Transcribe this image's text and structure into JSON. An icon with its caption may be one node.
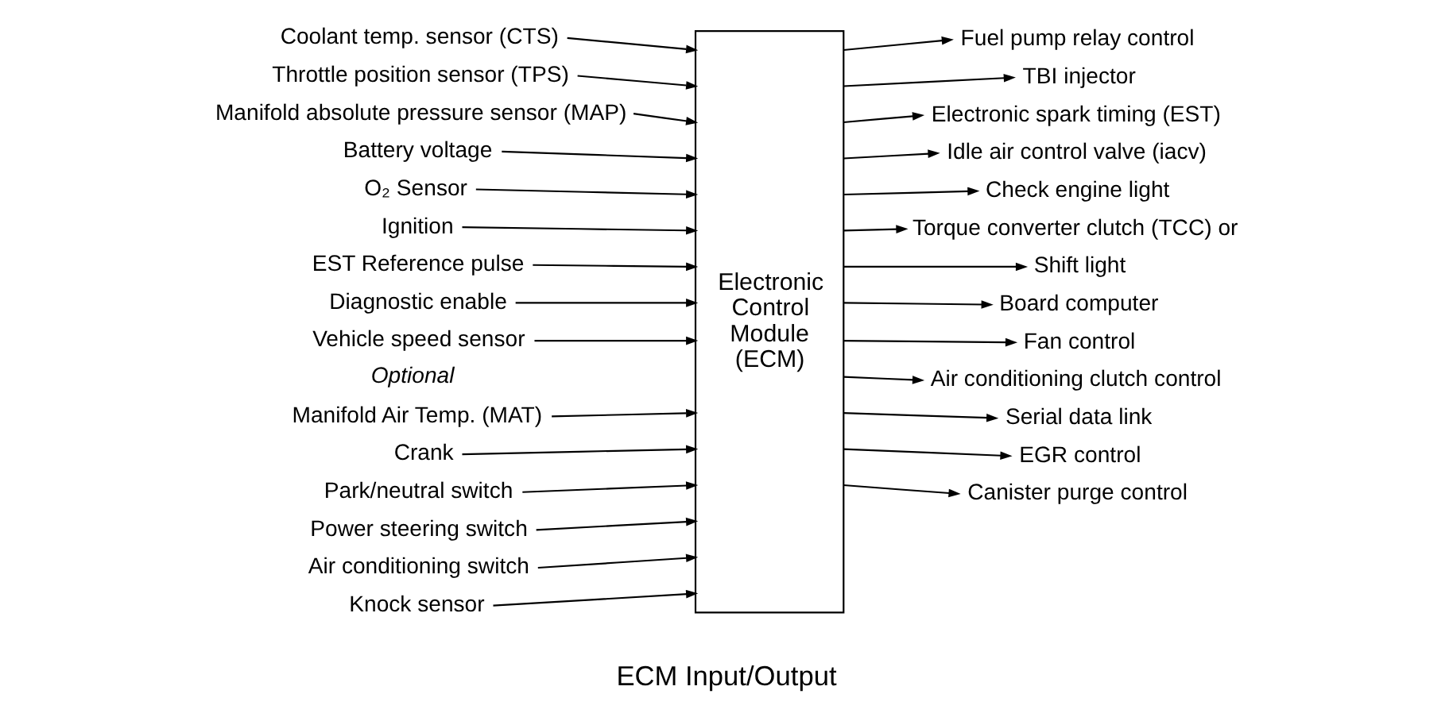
{
  "diagram": {
    "caption": "ECM Input/Output",
    "nodes": [
      {
        "text": [
          "Coolant temp. sensor (CTS)"
        ]
      },
      {
        "text": [
          "Throttle position sensor (TPS)"
        ]
      },
      {
        "text": [
          "Manifold absolute pressure sensor (MAP)"
        ]
      },
      {
        "text": [
          "Battery voltage"
        ]
      },
      {
        "text": [
          "O₂ Sensor"
        ]
      },
      {
        "text": [
          "Ignition"
        ]
      },
      {
        "text": [
          "EST Reference pulse"
        ]
      },
      {
        "text": [
          "Diagnostic enable"
        ]
      },
      {
        "text": [
          "Vehicle speed sensor"
        ]
      },
      {
        "text": [
          "Manifold Air Temp. (MAT)"
        ]
      },
      {
        "text": [
          "Crank"
        ]
      },
      {
        "text": [
          "Park/neutral switch"
        ]
      },
      {
        "text": [
          "Power steering switch"
        ]
      },
      {
        "text": [
          "Air conditioning switch"
        ]
      },
      {
        "text": [
          "Knock sensor"
        ]
      },
      {
        "text": [
          "Electronic Control Module (ECM)"
        ]
      },
      {
        "text": [
          "Fuel pump relay control"
        ]
      },
      {
        "text": [
          "TBI injector"
        ]
      },
      {
        "text": [
          "Electronic spark timing (EST)"
        ]
      },
      {
        "text": [
          "Idle air control valve (iacv)"
        ]
      },
      {
        "text": [
          "Check engine light"
        ]
      },
      {
        "text": [
          "Torque converter clutch (TCC) or"
        ]
      },
      {
        "text": [
          "Shift light"
        ]
      },
      {
        "text": [
          "Board computer"
        ]
      },
      {
        "text": [
          "Fan control"
        ]
      },
      {
        "text": [
          "Air conditioning clutch control"
        ]
      },
      {
        "text": [
          "Serial data link"
        ]
      },
      {
        "text": [
          "EGR control"
        ]
      },
      {
        "text": [
          "Canister purge control"
        ]
      }
    ],
    "edges": [
      {
        "from": 0,
        "to": 15,
        "arrow": "to"
      },
      {
        "from": 1,
        "to": 15,
        "arrow": "to"
      },
      {
        "from": 2,
        "to": 15,
        "arrow": "to"
      },
      {
        "from": 3,
        "to": 15,
        "arrow": "to"
      },
      {
        "from": 4,
        "to": 15,
        "arrow": "to"
      },
      {
        "from": 5,
        "to": 15,
        "arrow": "to"
      },
      {
        "from": 6,
        "to": 15,
        "arrow": "to"
      },
      {
        "from": 7,
        "to": 15,
        "arrow": "to"
      },
      {
        "from": 8,
        "to": 15,
        "arrow": "to"
      },
      {
        "from": 9,
        "to": 15,
        "arrow": "to"
      },
      {
        "from": 10,
        "to": 15,
        "arrow": "to"
      },
      {
        "from": 11,
        "to": 15,
        "arrow": "to"
      },
      {
        "from": 12,
        "to": 15,
        "arrow": "to"
      },
      {
        "from": 13,
        "to": 15,
        "arrow": "to"
      },
      {
        "from": 14,
        "to": 15,
        "arrow": "to"
      },
      {
        "from": 15,
        "to": 16,
        "arrow": "to"
      },
      {
        "from": 15,
        "to": 17,
        "arrow": "to"
      },
      {
        "from": 15,
        "to": 18,
        "arrow": "to"
      },
      {
        "from": 15,
        "to": 19,
        "arrow": "to"
      },
      {
        "from": 15,
        "to": 20,
        "arrow": "to"
      },
      {
        "from": 15,
        "to": 21,
        "arrow": "to"
      },
      {
        "from": 15,
        "to": 22,
        "arrow": "to"
      },
      {
        "from": 15,
        "to": 23,
        "arrow": "to"
      },
      {
        "from": 15,
        "to": 24,
        "arrow": "to"
      },
      {
        "from": 15,
        "to": 25,
        "arrow": "to"
      },
      {
        "from": 15,
        "to": 26,
        "arrow": "to"
      },
      {
        "from": 15,
        "to": 27,
        "arrow": "to"
      },
      {
        "from": 15,
        "to": 28,
        "arrow": "to"
      }
    ],
    "labels": [
      "Optional"
    ]
  }
}
